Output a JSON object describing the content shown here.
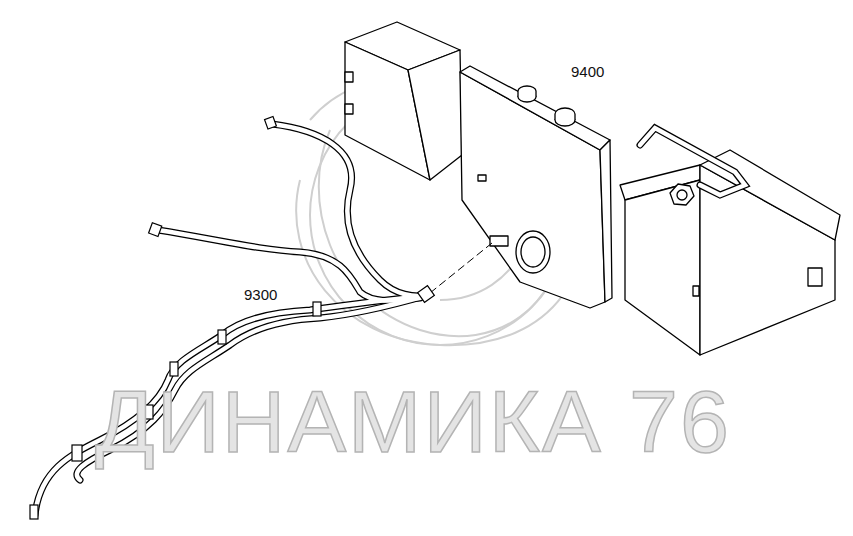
{
  "diagram": {
    "labels": [
      "9400",
      "9300",
      "ДИНАМИКА 76"
    ]
  }
}
